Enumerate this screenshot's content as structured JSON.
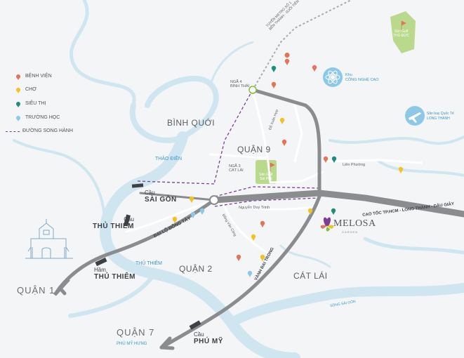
{
  "legend": {
    "hospital": "BỆNH VIỆN",
    "market": "CHỢ",
    "supermarket": "SIÊU THỊ",
    "school": "TRƯỜNG HỌC",
    "parallel_road": "ĐƯỜNG SONG HÀNH"
  },
  "districts": {
    "binh_quoi": "BÌNH QUỚI",
    "quan9": "QUẬN 9",
    "quan2": "QUẬN 2",
    "cat_lai": "CÁT LÁI",
    "quan1": "QUẬN 1",
    "quan7": "QUẬN 7"
  },
  "bridges": {
    "sai_gon_small": "Cầu",
    "sai_gon": "SÀI GÒN",
    "thu_thiem_small": "Cầu",
    "thu_thiem": "THỦ THIÊM",
    "ham_small": "Hầm",
    "ham_thu_thiem": "THỦ THIÊM",
    "phu_my_small": "Cầu",
    "phu_my": "PHÚ MỸ"
  },
  "places": {
    "thao_dien": "THẢO ĐIỀN",
    "thu_thiem_area": "THỦ THIÊM",
    "phu_my_hung": "PHÚ MỸ HƯNG",
    "song_sai_gon": "SÔNG SÀI GÒN",
    "nga4_line1": "NGÃ 4",
    "nga4_line2": "BÌNH THÁI",
    "nga3_line1": "NGÃ 3",
    "nga3_line2": "CÁT LÁI",
    "metro_line1": "TUYẾN METRO SỐ 1",
    "metro_line2": "BẾN THÀNH - SUỐI TIÊN",
    "tech_line1": "Khu",
    "tech_line2": "CÔNG NGHỆ CAO",
    "airport_line1": "Sân bay Quốc Tế",
    "airport_line2": "LONG THÀNH",
    "golf_line1": "Sân Golf",
    "golf_line2": "THỦ ĐỨC",
    "park_line1": "Sân Golf",
    "park_line2": "Sài Phú"
  },
  "roads": {
    "xa_lo_ha_noi": "Đỗ Xuân Hợp",
    "lien_phuong": "Liên Phường",
    "nguyen_duy_trinh": "Nguyễn Duy Trinh",
    "dong_van_cong": "Đồng Văn Cống",
    "dai_lo_dong_tay": "ĐẠI LỘ ĐÔNG TÂY",
    "cao_toc": "CAO TỐC TP.HCM - LONG THÀNH - DẦU GIÂY",
    "vanh_dai_trong": "VÀNH ĐAI TRONG"
  },
  "project": {
    "name": "MELOSA",
    "sub": "GARDEN"
  },
  "colors": {
    "hospital": "#e5735a",
    "market": "#f3c21f",
    "supermarket": "#1e8c7e",
    "school": "#8ec8e8",
    "parallel_road": "#7d3c96",
    "river": "#cfe6f1",
    "road": "#8a8c8f",
    "park": "#b9d98d"
  }
}
